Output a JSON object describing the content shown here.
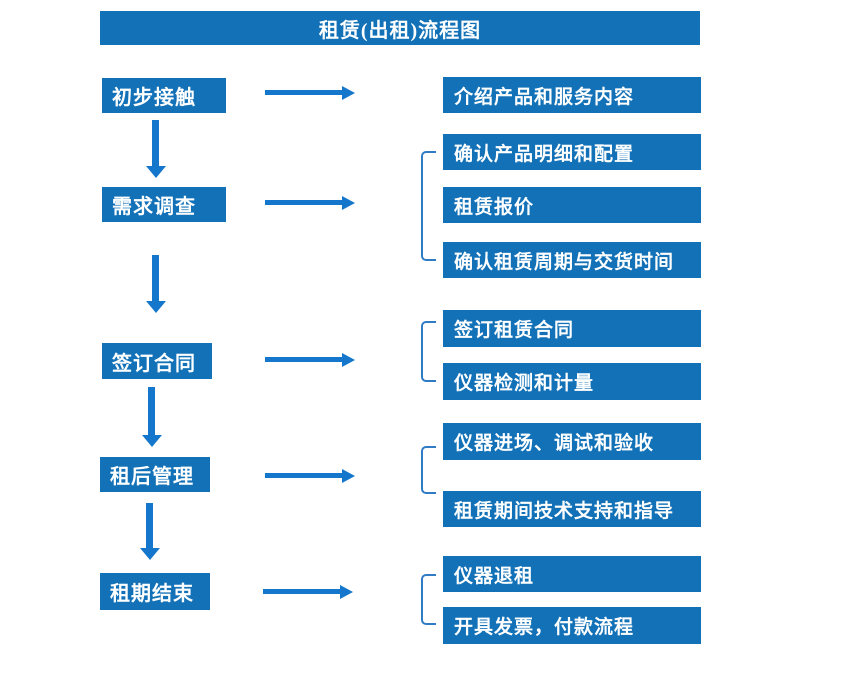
{
  "title": "租赁(出租)流程图",
  "colors": {
    "box_blue": "#1271B7",
    "arrow_blue": "#1577CB",
    "bracket_blue": "#2F7CC5",
    "text_white": "#FFFFFF",
    "background": "#FFFFFF"
  },
  "steps": [
    {
      "label": "初步接触",
      "outputs": [
        "介绍产品和服务内容"
      ]
    },
    {
      "label": "需求调查",
      "outputs": [
        "确认产品明细和配置",
        "租赁报价",
        "确认租赁周期与交货时间"
      ]
    },
    {
      "label": "签订合同",
      "outputs": [
        "签订租赁合同",
        "仪器检测和计量"
      ]
    },
    {
      "label": "租后管理",
      "outputs": [
        "仪器进场、调试和验收",
        "租赁期间技术支持和指导"
      ]
    },
    {
      "label": "租期结束",
      "outputs": [
        "仪器退租",
        "开具发票，付款流程"
      ]
    }
  ]
}
